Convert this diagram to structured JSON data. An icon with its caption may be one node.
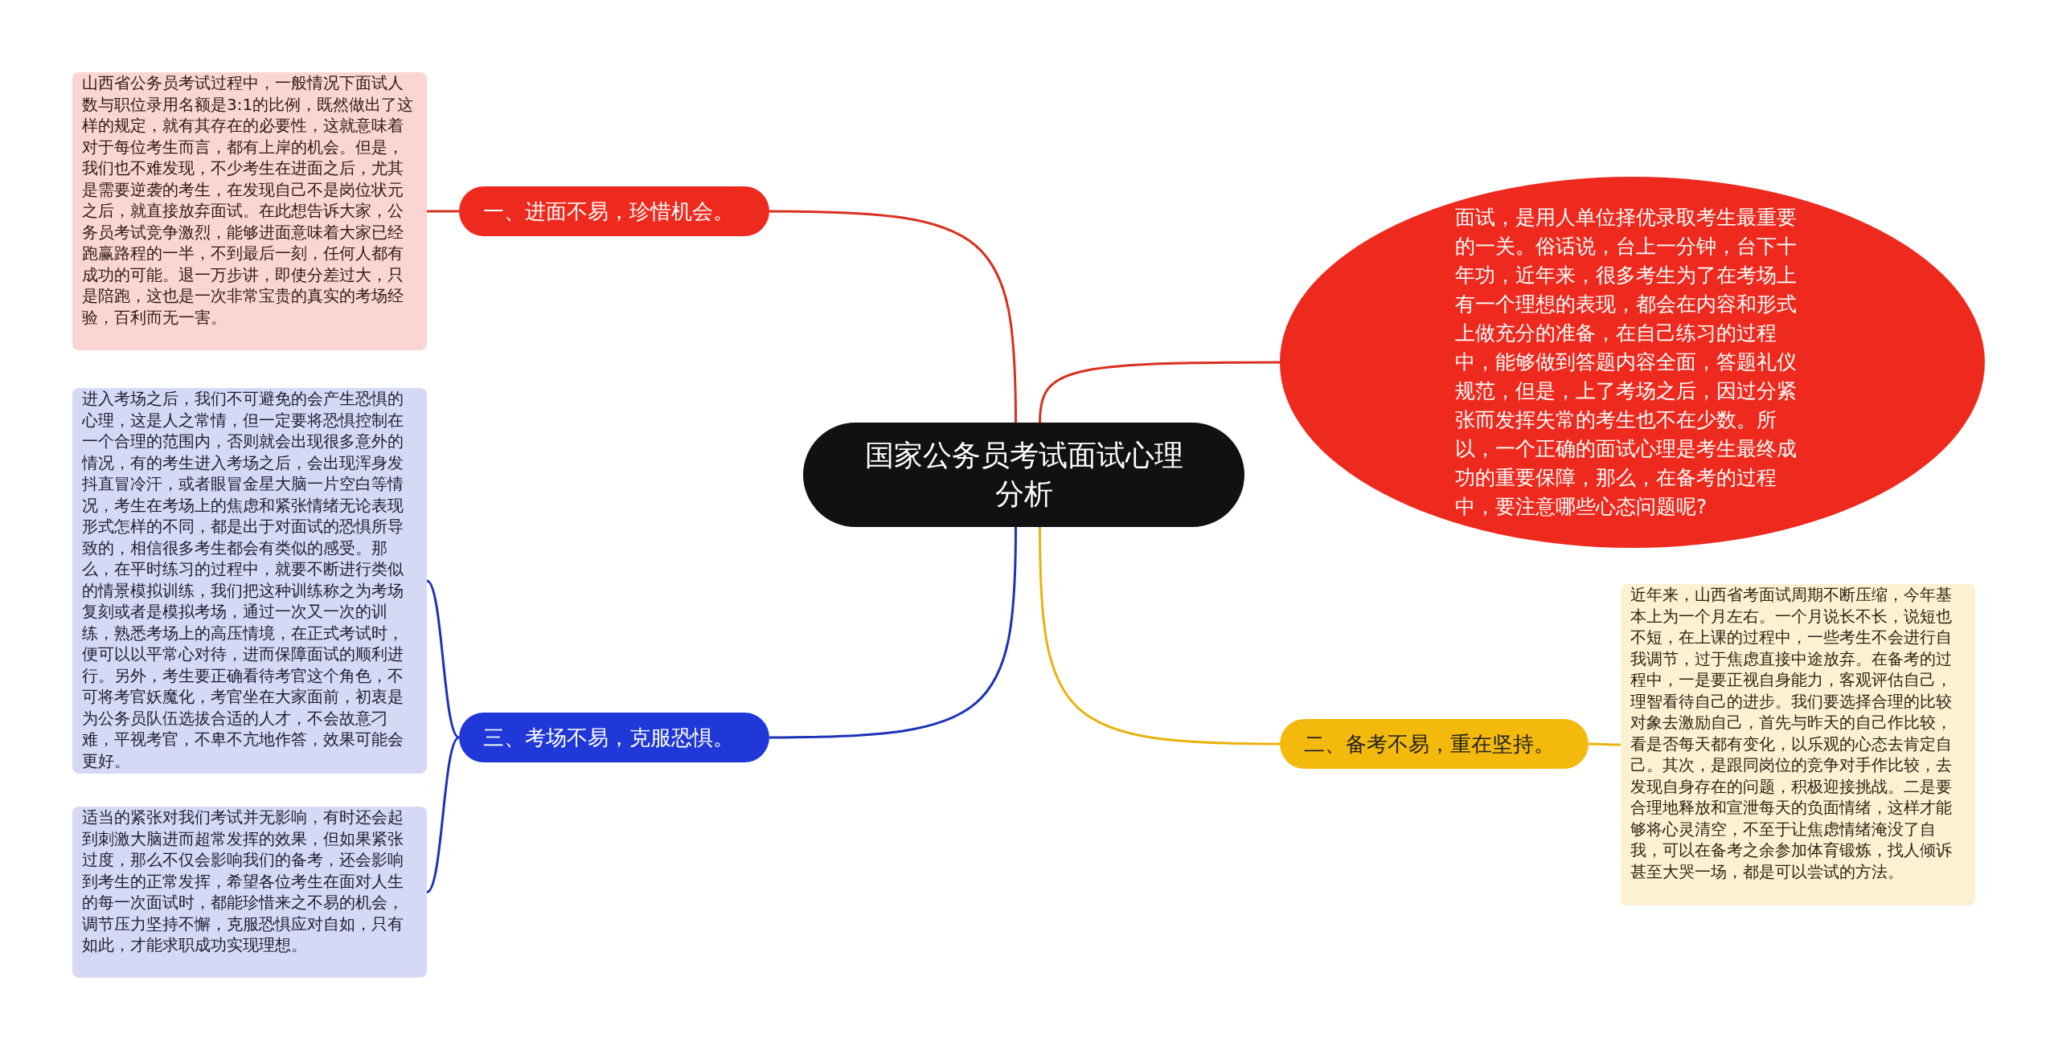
{
  "diagram": {
    "nodes": [
      {
        "text": [
          "国家公务员考试面试心理分析"
        ]
      },
      {
        "text": [
          "面试，是用人单位择优录取考生最重要的一关。俗话说，台上一分钟，台下十年功，近年来，很多考生为了在考场上有一个理想的表现，都会在内容和形式上做充分的准备，在自己练习的过程中，能够做到答题内容全面，答题礼仪规范，但是，上了考场之后，因过分紧张而发挥失常的考生也不在少数。所以，一个正确的面试心理是考生最终成功的重要保障，那么，在备考的过程中，要注意哪些心态问题呢?"
        ]
      },
      {
        "text": [
          "一、进面不易，珍惜机会。"
        ]
      },
      {
        "text": [
          "山西省公务员考试过程中，一般情况下面试人数与职位录用名额是3:1的比例，既然做出了这样的规定，就有其存在的必要性，这就意味着对于每位考生而言，都有上岸的机会。但是，我们也不难发现，不少考生在进面之后，尤其是需要逆袭的考生，在发现自己不是岗位状元之后，就直接放弃面试。在此想告诉大家，公务员考试竞争激烈，能够进面意味着大家已经跑赢路程的一半，不到最后一刻，任何人都有成功的可能。退一万步讲，即使分差过大，只是陪跑，这也是一次非常宝贵的真实的考场经验，百利而无一害。"
        ]
      },
      {
        "text": [
          "二、备考不易，重在坚持。"
        ]
      },
      {
        "text": [
          "近年来，山西省考面试周期不断压缩，今年基本上为一个月左右。一个月说长不长，说短也不短，在上课的过程中，一些考生不会进行自我调节，过于焦虑直接中途放弃。在备考的过程中，一是要正视自身能力，客观评估自己，理智看待自己的进步。我们要选择合理的比较对象去激励自己，首先与昨天的自己作比较，看是否每天都有变化，以乐观的心态去肯定自己。其次，是跟同岗位的竞争对手作比较，去发现自身存在的问题，积极迎接挑战。二是要合理地释放和宣泄每天的负面情绪，这样才能够将心灵清空，不至于让焦虑情绪淹没了自我，可以在备考之余参加体育锻炼，找人倾诉甚至大哭一场，都是可以尝试的方法。"
        ]
      },
      {
        "text": [
          "三、考场不易，克服恐惧。"
        ]
      },
      {
        "text": [
          "进入考场之后，我们不可避免的会产生恐惧的心理，这是人之常情，但一定要将恐惧控制在一个合理的范围内，否则就会出现很多意外的情况，有的考生进入考场之后，会出现浑身发抖直冒冷汗，或者眼冒金星大脑一片空白等情况，考生在考场上的焦虑和紧张情绪无论表现形式怎样的不同，都是出于对面试的恐惧所导致的，相信很多考生都会有类似的感受。那么，在平时练习的过程中，就要不断进行类似的情景模拟训练，我们把这种训练称之为考场复刻或者是模拟考场，通过一次又一次的训练，熟悉考场上的高压情境，在正式考试时，便可以以平常心对待，进而保障面试的顺利进行。另外，考生要正确看待考官这个角色，不可将考官妖魔化，考官坐在大家面前，初衷是为公务员队伍选拔合适的人才，不会故意刁难，平视考官，不卑不亢地作答，效果可能会更好。"
        ]
      },
      {
        "text": [
          "适当的紧张对我们考试并无影响，有时还会起到刺激大脑进而超常发挥的效果，但如果紧张过度，那么不仅会影响我们的备考，还会影响到考生的正常发挥，希望各位考生在面对人生的每一次面试时，都能珍惜来之不易的机会，调节压力坚持不懈，克服恐惧应对自如，只有如此，才能求职成功实现理想。"
        ]
      }
    ],
    "edges": [
      {
        "from": 0,
        "to": 1,
        "arrow": "none",
        "color": "#d8311f"
      },
      {
        "from": 0,
        "to": 2,
        "arrow": "none",
        "color": "#d8311f"
      },
      {
        "from": 2,
        "to": 3,
        "arrow": "none",
        "color": "#d8311f"
      },
      {
        "from": 0,
        "to": 4,
        "arrow": "none",
        "color": "#e8b30c"
      },
      {
        "from": 4,
        "to": 5,
        "arrow": "none",
        "color": "#e8b30c"
      },
      {
        "from": 0,
        "to": 6,
        "arrow": "none",
        "color": "#1c33b8"
      },
      {
        "from": 6,
        "to": 7,
        "arrow": "none",
        "color": "#1c33b8"
      },
      {
        "from": 6,
        "to": 8,
        "arrow": "none",
        "color": "#1c33b8"
      }
    ]
  }
}
